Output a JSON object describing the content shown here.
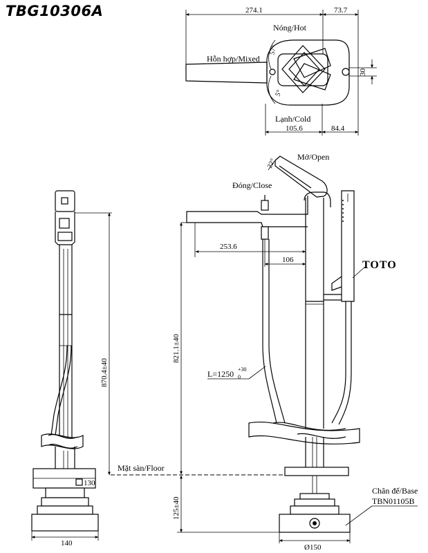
{
  "title": "TBG10306A",
  "top_view": {
    "dim_top_left": "274.1",
    "dim_top_right": "73.7",
    "dim_bottom_left": "105.6",
    "dim_bottom_right": "84.4",
    "dim_side": "30",
    "angle_hot": "57°",
    "angle_cold": "5°",
    "label_hot": "Nóng/Hot",
    "label_mixed": "Hỗn hợp/Mixed",
    "label_cold": "Lạnh/Cold"
  },
  "front_view": {
    "label_open": "Mở/Open",
    "label_close": "Đóng/Close",
    "angle_open": "22°",
    "dim_spout": "253.6",
    "dim_handle": "106",
    "dim_height": "821.1±40",
    "hose_length": "L=1250",
    "hose_tol_upper": "+30",
    "hose_tol_lower": "0",
    "brand": "TOTO",
    "label_floor": "Mặt sàn/Floor",
    "dim_base_height": "125±40",
    "label_base": "Chân đế/Base",
    "base_model": "TBN01105B",
    "dim_base_dia": "Ø150"
  },
  "side_view": {
    "dim_height": "870.4±40",
    "dim_square": "130",
    "dim_width": "140"
  }
}
